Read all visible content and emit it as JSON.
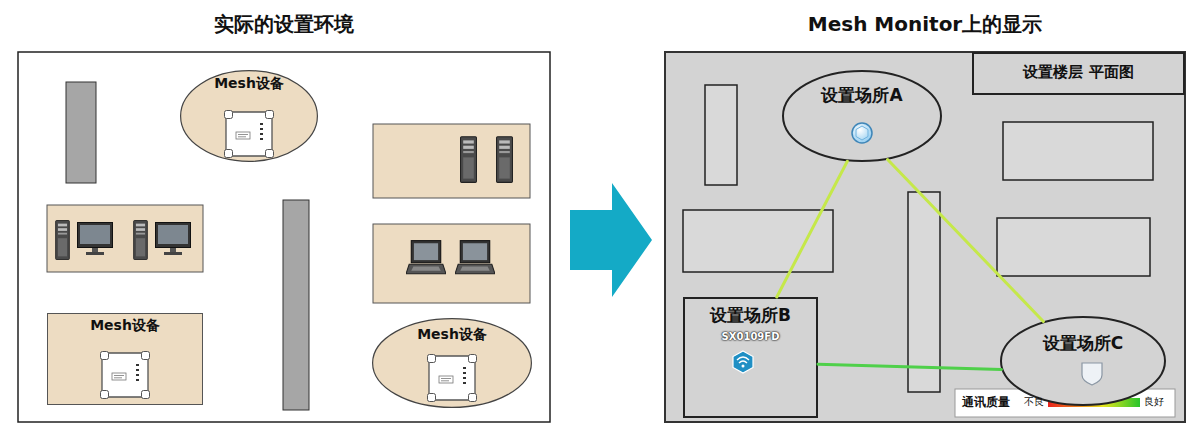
{
  "diagram": {
    "nodes": [
      {
        "text": [
          "实际的设置环境"
        ]
      },
      {
        "text": [
          "Mesh设备"
        ],
        "in": 0
      },
      {
        "text": [
          "Mesh设备"
        ],
        "in": 0
      },
      {
        "text": [
          "Mesh设备"
        ],
        "in": 0
      },
      {
        "text": [
          "Mesh Monitor上的显示"
        ]
      },
      {
        "text": [
          "设置楼层 平面图"
        ],
        "in": 4
      },
      {
        "text": [
          "设置场所A"
        ],
        "in": 4
      },
      {
        "text": [
          "设置场所B",
          "SX0109FD"
        ],
        "in": 4
      },
      {
        "text": [
          "设置场所C"
        ],
        "in": 4
      }
    ],
    "edges": [
      {
        "from": 6,
        "to": 7,
        "arrow": "none"
      },
      {
        "from": 6,
        "to": 8,
        "arrow": "none"
      },
      {
        "from": 7,
        "to": 8,
        "arrow": "none"
      }
    ],
    "labels": [
      "通讯质量",
      "不良",
      "良好"
    ]
  }
}
